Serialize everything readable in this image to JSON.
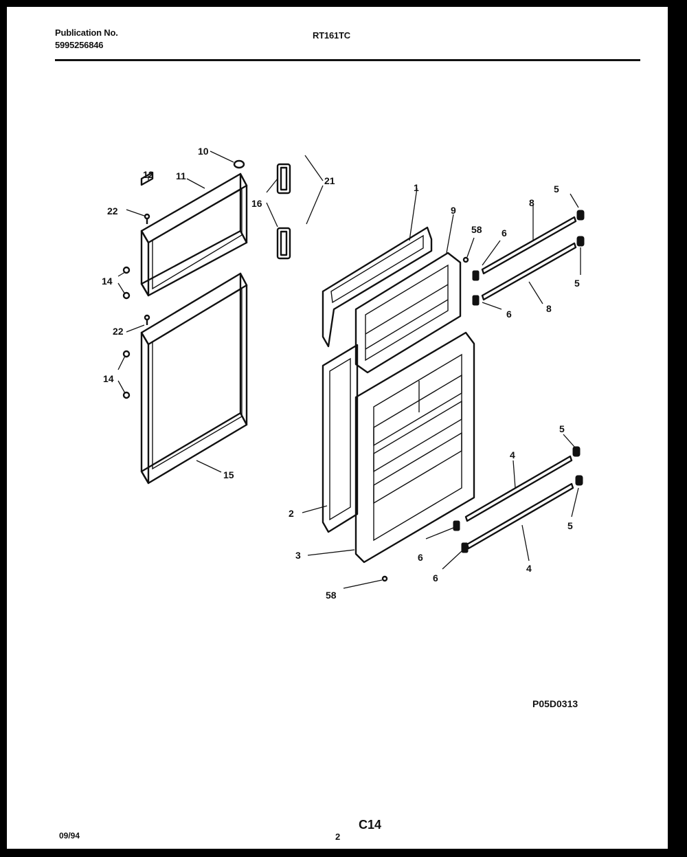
{
  "header": {
    "publication_label": "Publication No.",
    "publication_number": "5995256846",
    "model": "RT161TC"
  },
  "diagram": {
    "callouts": {
      "c1": "1",
      "c2": "2",
      "c3": "3",
      "c4a": "4",
      "c4b": "4",
      "c5a": "5",
      "c5b": "5",
      "c5c": "5",
      "c5d": "5",
      "c6a": "6",
      "c6b": "6",
      "c6c": "6",
      "c6d": "6",
      "c8a": "8",
      "c8b": "8",
      "c9": "9",
      "c10": "10",
      "c11": "11",
      "c12": "12",
      "c14a": "14",
      "c14b": "14",
      "c15": "15",
      "c16": "16",
      "c21": "21",
      "c22a": "22",
      "c22b": "22",
      "c58a": "58",
      "c58b": "58"
    },
    "drawing_code": "P05D0313"
  },
  "footer": {
    "date": "09/94",
    "page_code": "C14",
    "page_number": "2"
  }
}
